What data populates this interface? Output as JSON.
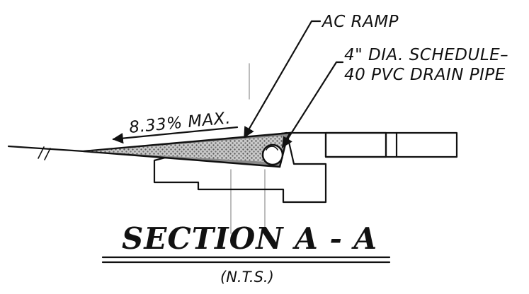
{
  "labels": {
    "ac_ramp": "AC RAMP",
    "pipe_line1": "4\" DIA. SCHEDULE–",
    "pipe_line2": "40 PVC DRAIN PIPE",
    "slope": "8.33% MAX."
  },
  "title": {
    "main": "SECTION A - A",
    "sub": "(N.T.S.)"
  },
  "colors": {
    "ink": "#111111",
    "ramp_fill": "#8a8a8a",
    "background": "#ffffff"
  }
}
